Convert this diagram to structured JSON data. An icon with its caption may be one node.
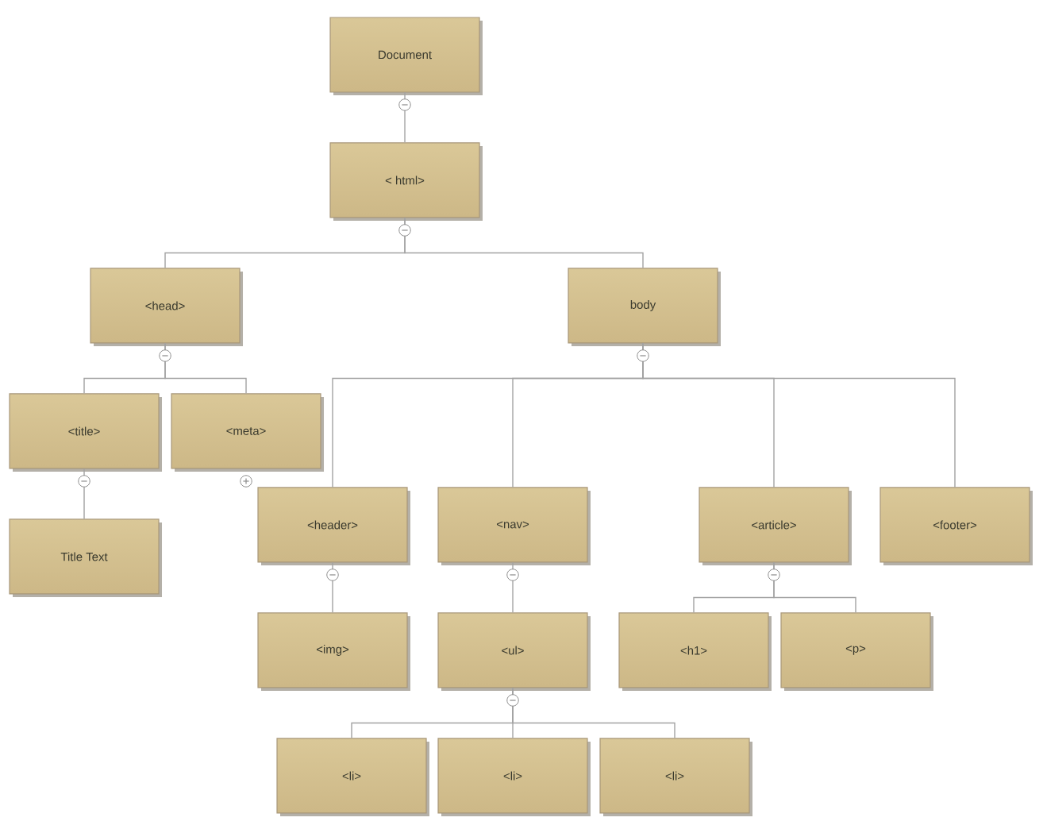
{
  "diagram": {
    "nodes": [
      {
        "text": [
          "Document"
        ]
      },
      {
        "text": [
          "< html>"
        ]
      },
      {
        "text": [
          "<head>"
        ]
      },
      {
        "text": [
          "body"
        ]
      },
      {
        "text": [
          "<title>"
        ]
      },
      {
        "text": [
          "<meta>"
        ]
      },
      {
        "text": [
          "Title Text"
        ]
      },
      {
        "text": [
          "<header>"
        ]
      },
      {
        "text": [
          "<nav>"
        ]
      },
      {
        "text": [
          "<article>"
        ]
      },
      {
        "text": [
          "<footer>"
        ]
      },
      {
        "text": [
          "<img>"
        ]
      },
      {
        "text": [
          "<ul>"
        ]
      },
      {
        "text": [
          "<h1>"
        ]
      },
      {
        "text": [
          "<p>"
        ]
      },
      {
        "text": [
          "<li>"
        ]
      },
      {
        "text": [
          "<li>"
        ]
      },
      {
        "text": [
          "<li>"
        ]
      }
    ],
    "edges": [
      {
        "from": 0,
        "to": 1,
        "arrow": "none"
      },
      {
        "from": 1,
        "to": 2,
        "arrow": "none"
      },
      {
        "from": 1,
        "to": 3,
        "arrow": "none"
      },
      {
        "from": 2,
        "to": 4,
        "arrow": "none"
      },
      {
        "from": 2,
        "to": 5,
        "arrow": "none"
      },
      {
        "from": 4,
        "to": 6,
        "arrow": "none"
      },
      {
        "from": 3,
        "to": 7,
        "arrow": "none"
      },
      {
        "from": 3,
        "to": 8,
        "arrow": "none"
      },
      {
        "from": 3,
        "to": 9,
        "arrow": "none"
      },
      {
        "from": 3,
        "to": 10,
        "arrow": "none"
      },
      {
        "from": 7,
        "to": 11,
        "arrow": "none"
      },
      {
        "from": 8,
        "to": 12,
        "arrow": "none"
      },
      {
        "from": 9,
        "to": 13,
        "arrow": "none"
      },
      {
        "from": 9,
        "to": 14,
        "arrow": "none"
      },
      {
        "from": 12,
        "to": 15,
        "arrow": "none"
      },
      {
        "from": 12,
        "to": 16,
        "arrow": "none"
      },
      {
        "from": 12,
        "to": 17,
        "arrow": "none"
      }
    ]
  }
}
